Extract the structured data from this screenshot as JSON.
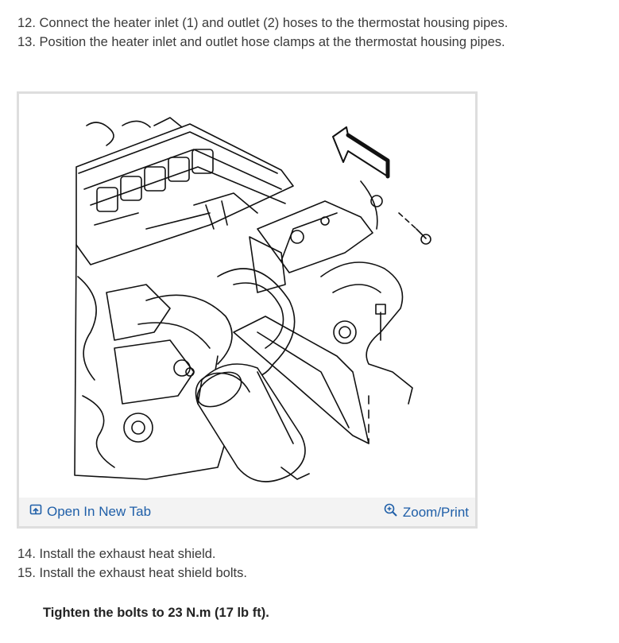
{
  "steps_top": [
    "12. Connect the heater inlet (1) and outlet (2) hoses to the thermostat housing pipes.",
    "13. Position the heater inlet and outlet hose clamps at the thermostat housing pipes."
  ],
  "figure": {
    "open_tab_label": "Open In New Tab",
    "zoom_label": "Zoom/Print",
    "link_color": "#1f5fa8",
    "icons": [
      "open-new-tab-icon",
      "zoom-icon"
    ]
  },
  "steps_bottom": [
    "14. Install the exhaust heat shield.",
    "15. Install the exhaust heat shield bolts."
  ],
  "note": "Tighten the bolts to 23 N.m (17 lb ft)."
}
